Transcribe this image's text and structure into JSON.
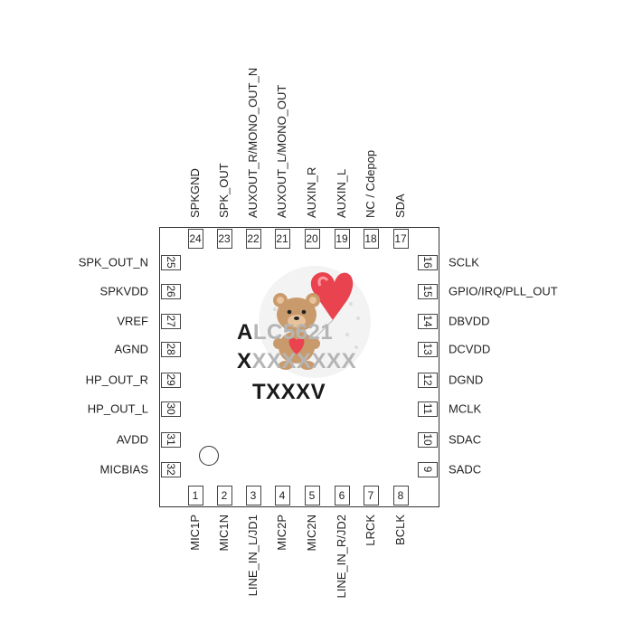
{
  "pins": {
    "top": [
      {
        "num": "24",
        "label": "SPKGND"
      },
      {
        "num": "23",
        "label": "SPK_OUT"
      },
      {
        "num": "22",
        "label": "AUXOUT_R/MONO_OUT_N"
      },
      {
        "num": "21",
        "label": "AUXOUT_L/MONO_OUT"
      },
      {
        "num": "20",
        "label": "AUXIN_R"
      },
      {
        "num": "19",
        "label": "AUXIN_L"
      },
      {
        "num": "18",
        "label": "NC / Cdepop"
      },
      {
        "num": "17",
        "label": "SDA"
      }
    ],
    "right": [
      {
        "num": "16",
        "label": "SCLK"
      },
      {
        "num": "15",
        "label": "GPIO/IRQ/PLL_OUT"
      },
      {
        "num": "14",
        "label": "DBVDD"
      },
      {
        "num": "13",
        "label": "DCVDD"
      },
      {
        "num": "12",
        "label": "DGND"
      },
      {
        "num": "11",
        "label": "MCLK"
      },
      {
        "num": "10",
        "label": "SDAC"
      },
      {
        "num": "9",
        "label": "SADC"
      }
    ],
    "bottom": [
      {
        "num": "1",
        "label": "MIC1P"
      },
      {
        "num": "2",
        "label": "MIC1N"
      },
      {
        "num": "3",
        "label": "LINE_IN_L/JD1"
      },
      {
        "num": "4",
        "label": "MIC2P"
      },
      {
        "num": "5",
        "label": "MIC2N"
      },
      {
        "num": "6",
        "label": "LINE_IN_R/JD2"
      },
      {
        "num": "7",
        "label": "LRCK"
      },
      {
        "num": "8",
        "label": "BCLK"
      }
    ],
    "left": [
      {
        "num": "25",
        "label": "SPK_OUT_N"
      },
      {
        "num": "26",
        "label": "SPKVDD"
      },
      {
        "num": "27",
        "label": "VREF"
      },
      {
        "num": "28",
        "label": "AGND"
      },
      {
        "num": "29",
        "label": "HP_OUT_R"
      },
      {
        "num": "30",
        "label": "HP_OUT_L"
      },
      {
        "num": "31",
        "label": "AVDD"
      },
      {
        "num": "32",
        "label": "MICBIAS"
      }
    ]
  },
  "marking": {
    "line1_dark": "A",
    "line1_light": "LC5621",
    "line2_dark": "X",
    "line2_light": "XXXXXXX",
    "line3": "TXXXV"
  },
  "colors": {
    "outline": "#333333",
    "marking_dark": "#1a1a1a",
    "marking_light": "#b5b5b5",
    "heart": "#e8434f",
    "bear": "#c99a6b"
  },
  "icons": {
    "logo": "teddy-bear-heart-icon",
    "pin1_marker": "pin1-indicator-circle"
  }
}
